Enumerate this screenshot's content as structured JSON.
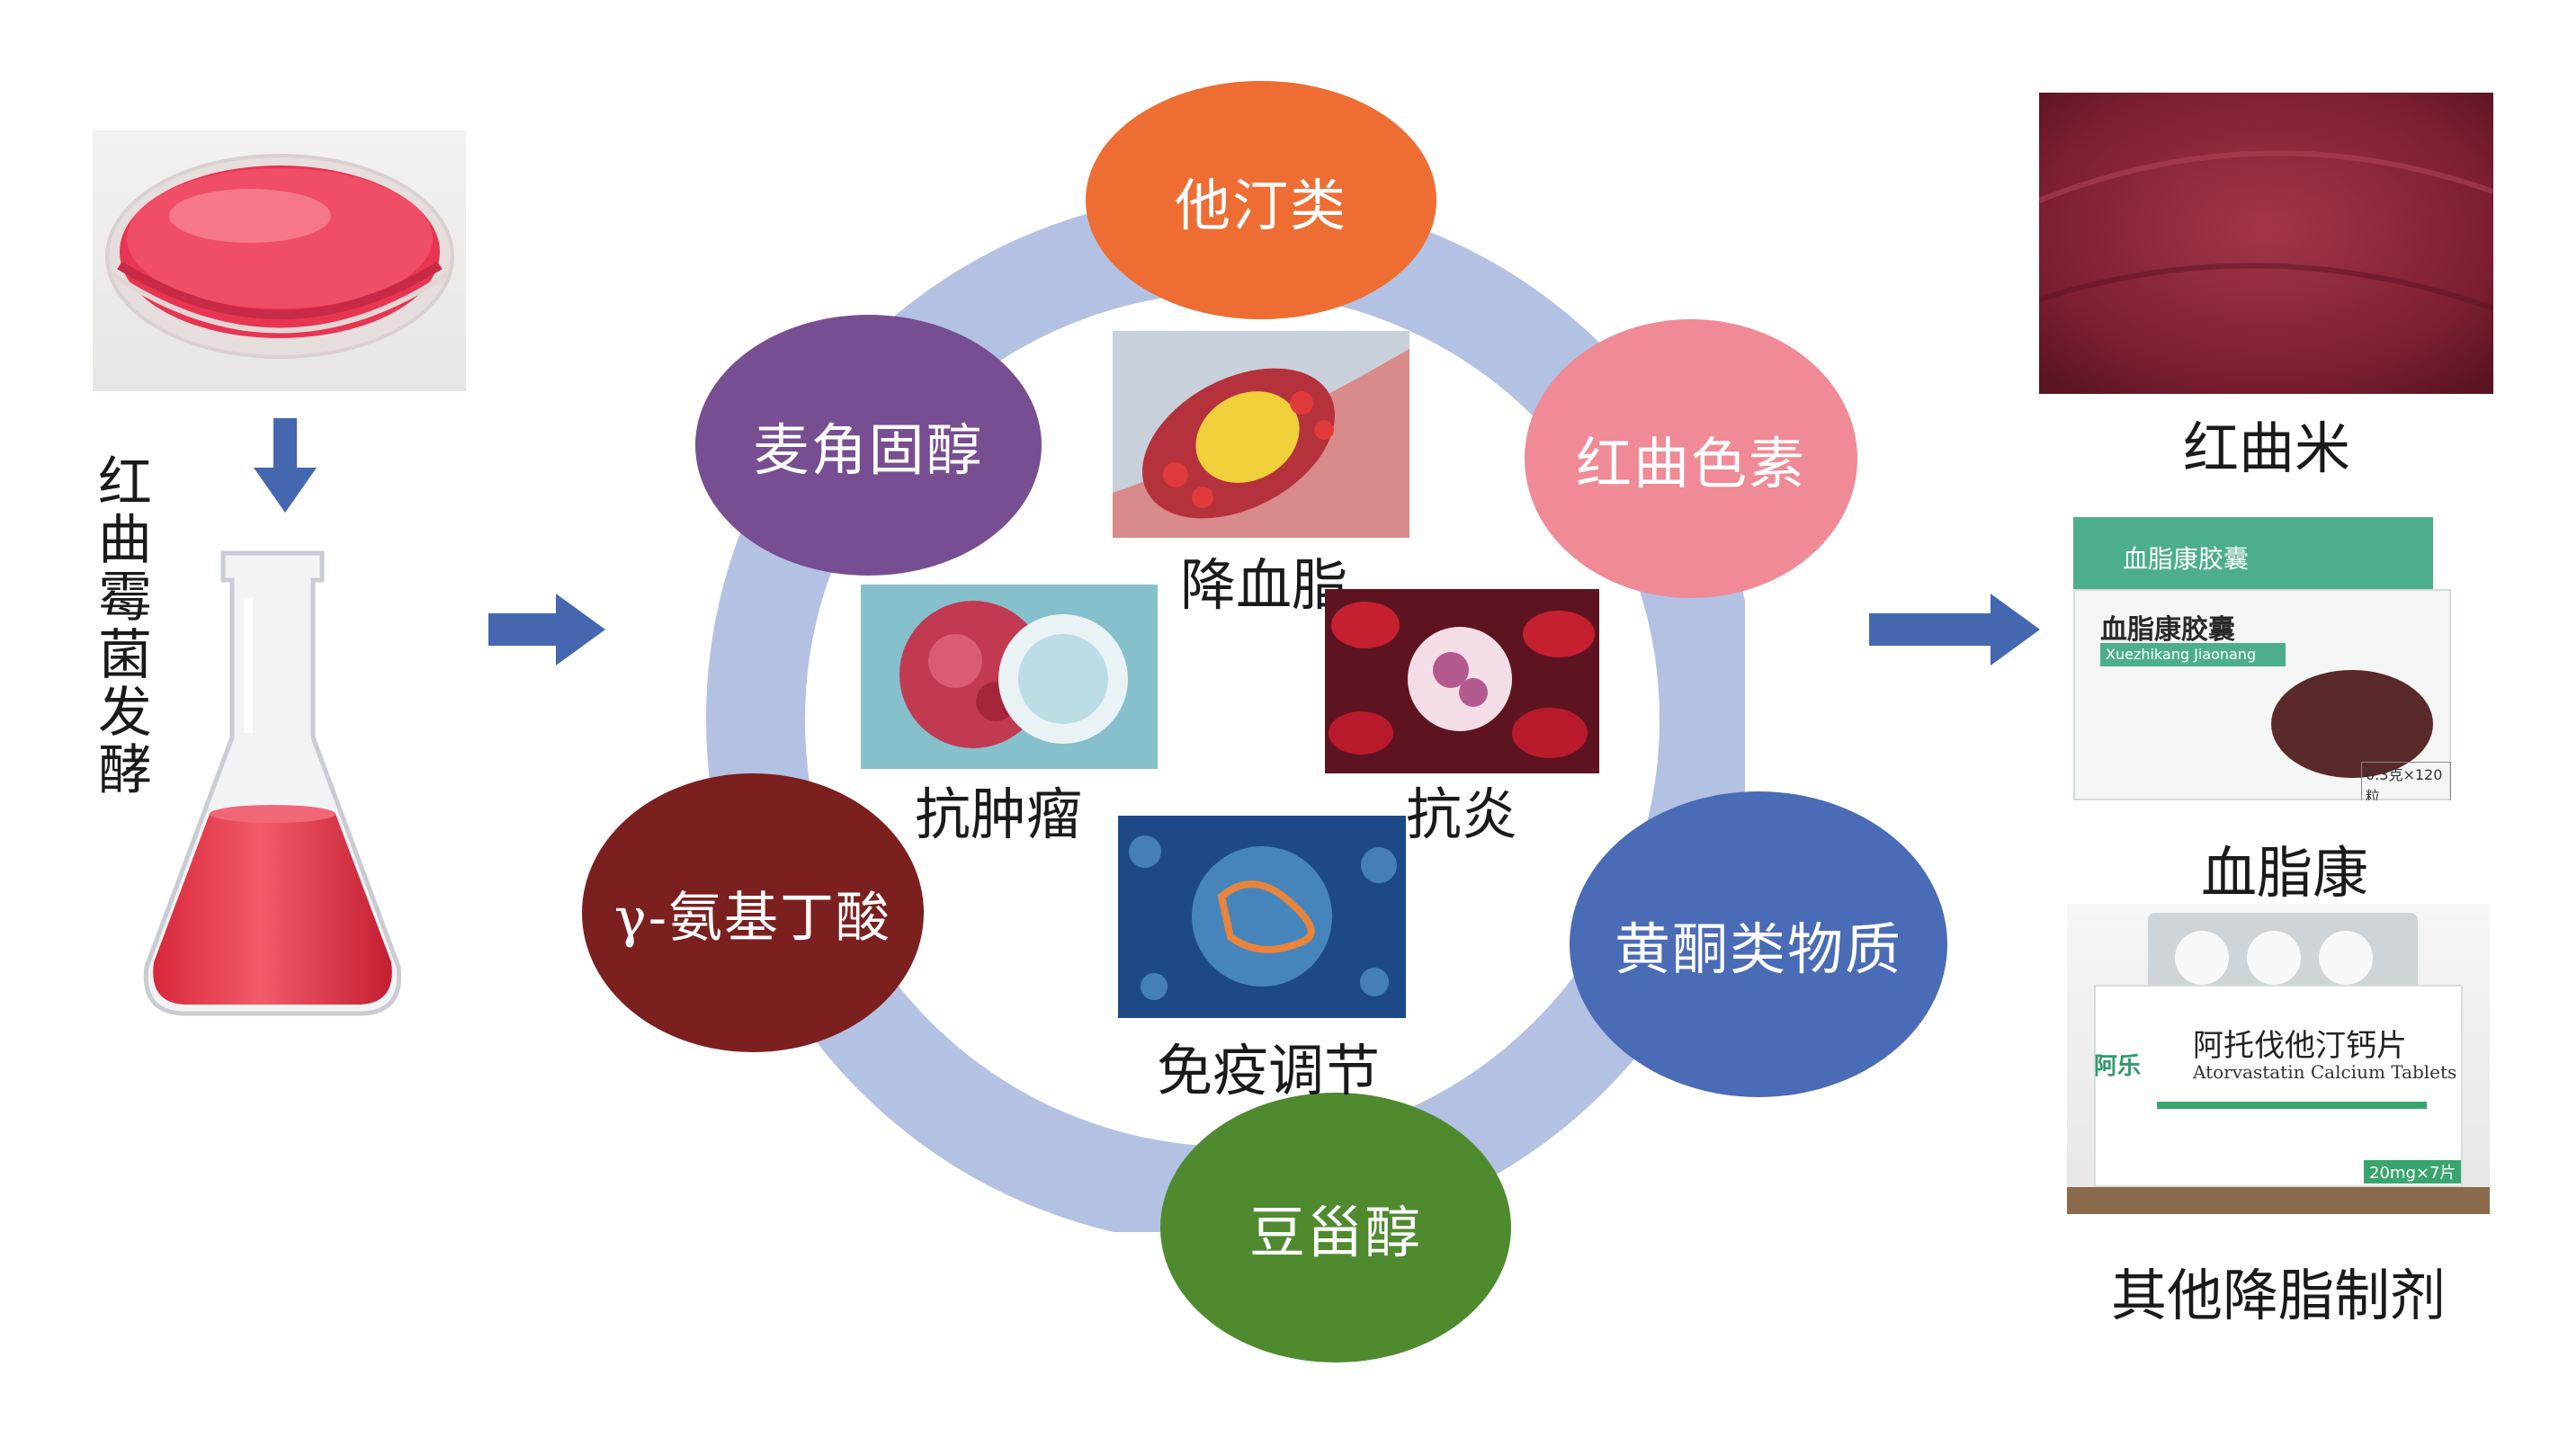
{
  "left": {
    "fermentation_label": "红曲霉菌发酵"
  },
  "center": {
    "nodes": [
      {
        "label": "他汀类",
        "color": "#ed6d33"
      },
      {
        "label": "红曲色素",
        "color": "#f08a96"
      },
      {
        "label": "黄酮类物质",
        "color": "#4a6bb6"
      },
      {
        "label": "豆甾醇",
        "color": "#4f8a2f"
      },
      {
        "label": "γ-氨基丁酸",
        "color": "#7c1f1f"
      },
      {
        "label": "麦角固醇",
        "color": "#774e91"
      }
    ],
    "effects": {
      "lipid": "降血脂",
      "tumor": "抗肿瘤",
      "inflammation": "抗炎",
      "immune": "免疫调节"
    },
    "ring_color": "#b3c1e2"
  },
  "right": {
    "red_yeast_rice": "红曲米",
    "xuezhikang": "血脂康",
    "xuezhikang_box_title": "血脂康胶囊",
    "xuezhikang_box_pinyin": "Xuezhikang Jiaonang",
    "xuezhikang_box_spec": "0.3克×120粒",
    "other_drugs": "其他降脂制剂",
    "atorva_title": "阿托伐他汀钙片",
    "atorva_en": "Atorvastatin Calcium Tablets",
    "atorva_brand": "阿乐",
    "atorva_spec": "20mg×7片"
  }
}
